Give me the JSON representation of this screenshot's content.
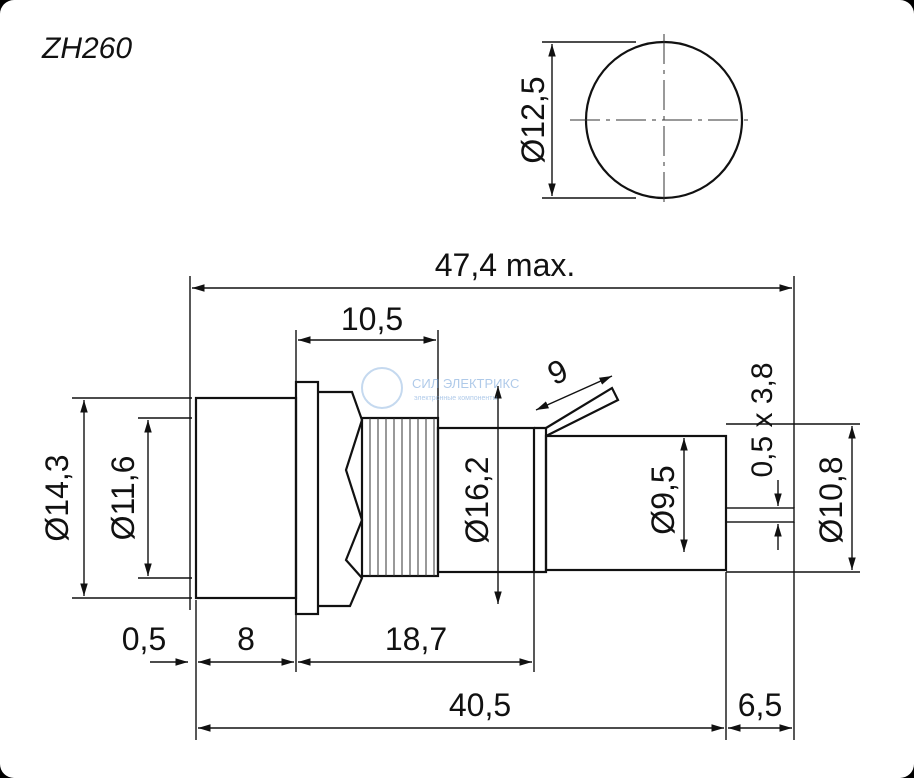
{
  "title": "ZH260",
  "front_view": {
    "diameter_label": "Ø12,5"
  },
  "dimensions": {
    "overall_length": "47,4 max.",
    "thread_length": "10,5",
    "lever_length": "9",
    "pin_size": "0,5 x 3,8",
    "diameter_outer": "Ø14,3",
    "diameter_inner": "Ø11,6",
    "diameter_nut": "Ø16,2",
    "diameter_body": "Ø9,5",
    "diameter_rear": "Ø10,8",
    "flange_gap": "0,5",
    "cap_length": "8",
    "thread_body_length": "18,7",
    "body_length": "40,5",
    "pin_length": "6,5"
  },
  "watermark": {
    "brand": "СИЛ ЭЛЕКТРИКС",
    "tagline": "электронные компоненты"
  }
}
